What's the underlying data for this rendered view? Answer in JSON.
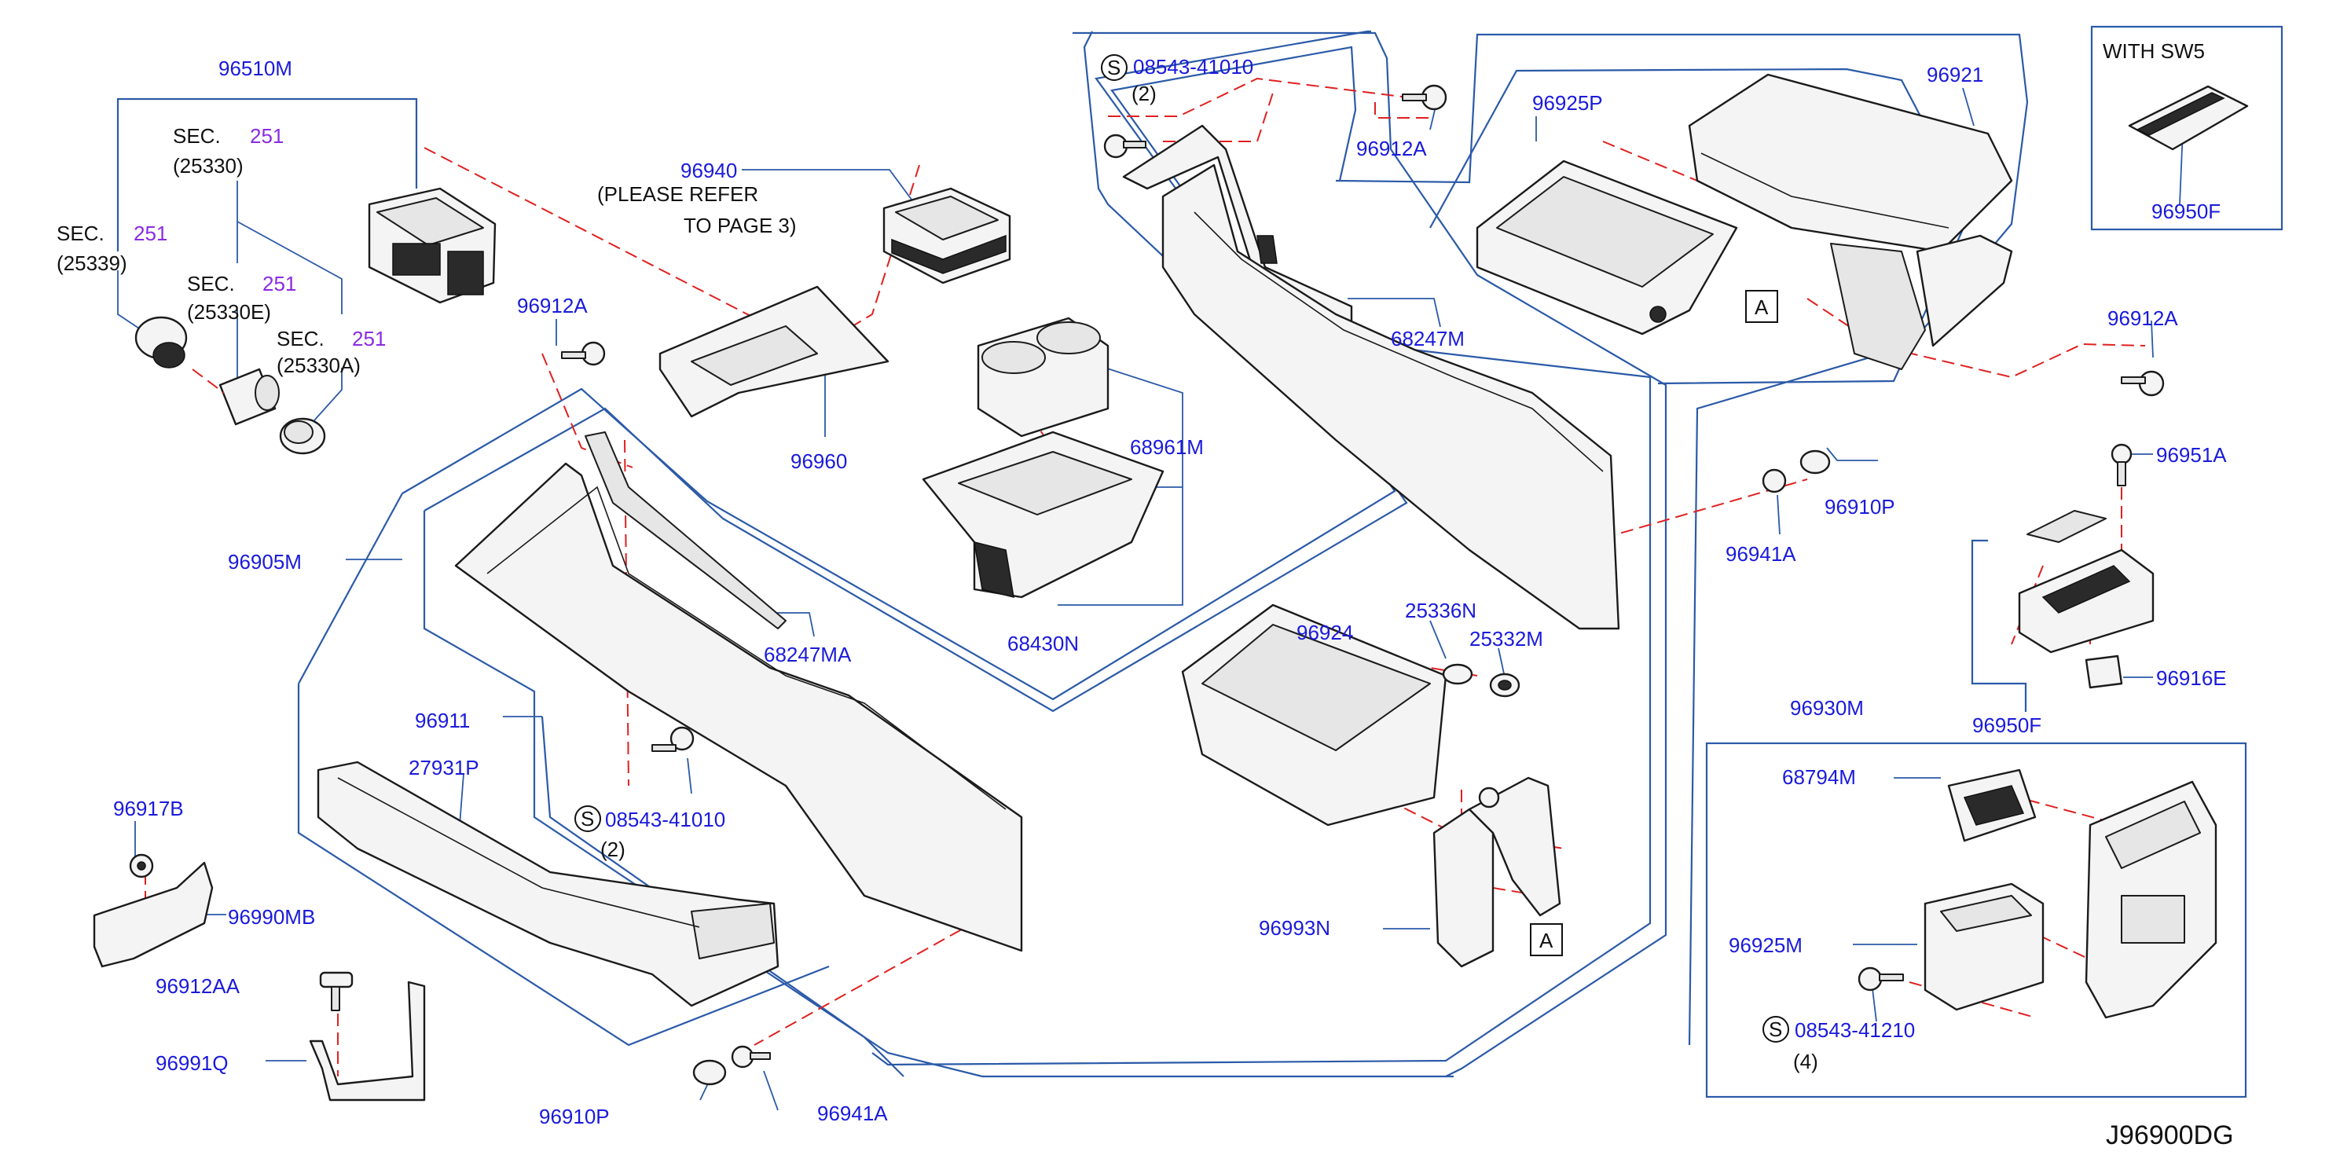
{
  "diagram_id": "J96900DG",
  "labels": {
    "p96510M": "96510M",
    "sec1_prefix": "SEC.",
    "sec1_num": "251",
    "sec1_code": "(25330)",
    "sec2_prefix": "SEC.",
    "sec2_num": "251",
    "sec2_code": "(25339)",
    "sec3_prefix": "SEC.",
    "sec3_num": "251",
    "sec3_code": "(25330E)",
    "sec4_prefix": "SEC.",
    "sec4_num": "251",
    "sec4_code": "(25330A)",
    "p96940": "96940",
    "please_refer_1": "(PLEASE  REFER",
    "please_refer_2": "TO  PAGE  3)",
    "p96912A_1": "96912A",
    "p96960": "96960",
    "p68961M": "68961M",
    "p68430N": "68430N",
    "p96905M": "96905M",
    "p68247MA": "68247MA",
    "p96911": "96911",
    "p27931P": "27931P",
    "s_circle_1": "S",
    "p08543_41010_a": "08543-41010",
    "qty2_a": "(2)",
    "p96917B": "96917B",
    "p96990MB": "96990MB",
    "p96912AA": "96912AA",
    "p96991Q": "96991Q",
    "p96910P_a": "96910P",
    "p96941A_a": "96941A",
    "s_circle_2": "S",
    "p08543_41010_b": "08543-41010",
    "qty2_b": "(2)",
    "p96912A_2": "96912A",
    "p68247M": "68247M",
    "p96924": "96924",
    "p25336N": "25336N",
    "p25332M": "25332M",
    "p96993N": "96993N",
    "boxA_1": "A",
    "p96925P": "96925P",
    "p96921": "96921",
    "boxA_2": "A",
    "with_sw5": "WITH   SW5",
    "p96950F_a": "96950F",
    "p96912A_3": "96912A",
    "p96910P_b": "96910P",
    "p96941A_b": "96941A",
    "p96951A": "96951A",
    "p96916E": "96916E",
    "p96950F_b": "96950F",
    "p96930M": "96930M",
    "p68794M": "68794M",
    "p96925M": "96925M",
    "s_circle_3": "S",
    "p08543_41210": "08543-41210",
    "qty4": "(4)"
  },
  "colors": {
    "label_blue": "#1a1adb",
    "section_purple": "#8a2be2",
    "frame_blue": "#2b5aa8",
    "dashed_red": "#e02020",
    "line_black": "#1b1b1b"
  }
}
